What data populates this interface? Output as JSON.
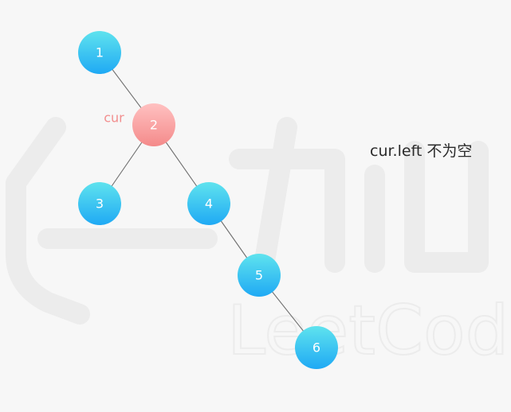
{
  "watermark": {
    "text": "LeetCode"
  },
  "tree": {
    "nodes": [
      {
        "id": "1",
        "label": "1",
        "highlight": false
      },
      {
        "id": "2",
        "label": "2",
        "highlight": true
      },
      {
        "id": "3",
        "label": "3",
        "highlight": false
      },
      {
        "id": "4",
        "label": "4",
        "highlight": false
      },
      {
        "id": "5",
        "label": "5",
        "highlight": false
      },
      {
        "id": "6",
        "label": "6",
        "highlight": false
      }
    ],
    "edges": [
      {
        "from": "1",
        "to": "2"
      },
      {
        "from": "2",
        "to": "3"
      },
      {
        "from": "2",
        "to": "4"
      },
      {
        "from": "4",
        "to": "5"
      },
      {
        "from": "5",
        "to": "6"
      }
    ]
  },
  "pointer": {
    "label": "cur",
    "target": "2"
  },
  "caption": {
    "text": "cur.left 不为空"
  },
  "colors": {
    "node_blue_top": "#5fe3ee",
    "node_blue_bottom": "#1fa9f4",
    "node_pink_top": "#ffc1c1",
    "node_pink_bottom": "#f48a8a",
    "pointer_text": "#f28e8e",
    "edge": "#6f6f6f",
    "background": "#f7f7f7"
  }
}
